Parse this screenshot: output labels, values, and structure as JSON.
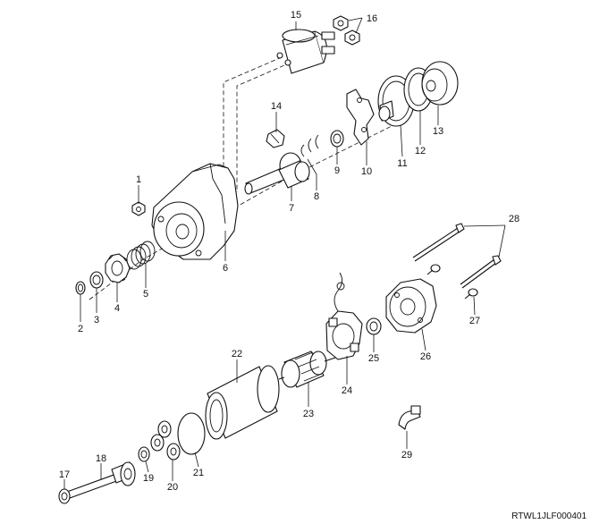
{
  "figure_code": "RTWL1JLF000401",
  "callouts": [
    "1",
    "2",
    "3",
    "4",
    "5",
    "6",
    "7",
    "8",
    "9",
    "10",
    "11",
    "12",
    "13",
    "14",
    "15",
    "16",
    "17",
    "18",
    "19",
    "20",
    "21",
    "22",
    "23",
    "24",
    "25",
    "26",
    "27",
    "28",
    "29"
  ]
}
